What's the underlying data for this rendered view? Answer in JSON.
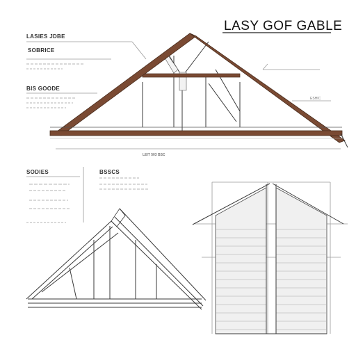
{
  "title": "LASY GOF GABLE",
  "labels": {
    "top_left": "LASIES JDBE",
    "sub_top": "SOBRICE",
    "mid_left": "BIS GOODE",
    "left2": "SODIES",
    "left2b": "BSSCS",
    "dim_center": "LEIT 503 BSC",
    "right_note": "ESHIC"
  },
  "colors": {
    "wood": "#7a4a33",
    "wood_dark": "#4a2e1f",
    "line": "#9a9a9a",
    "ink": "#3a3a3a",
    "siding": "#e9e9e9"
  }
}
